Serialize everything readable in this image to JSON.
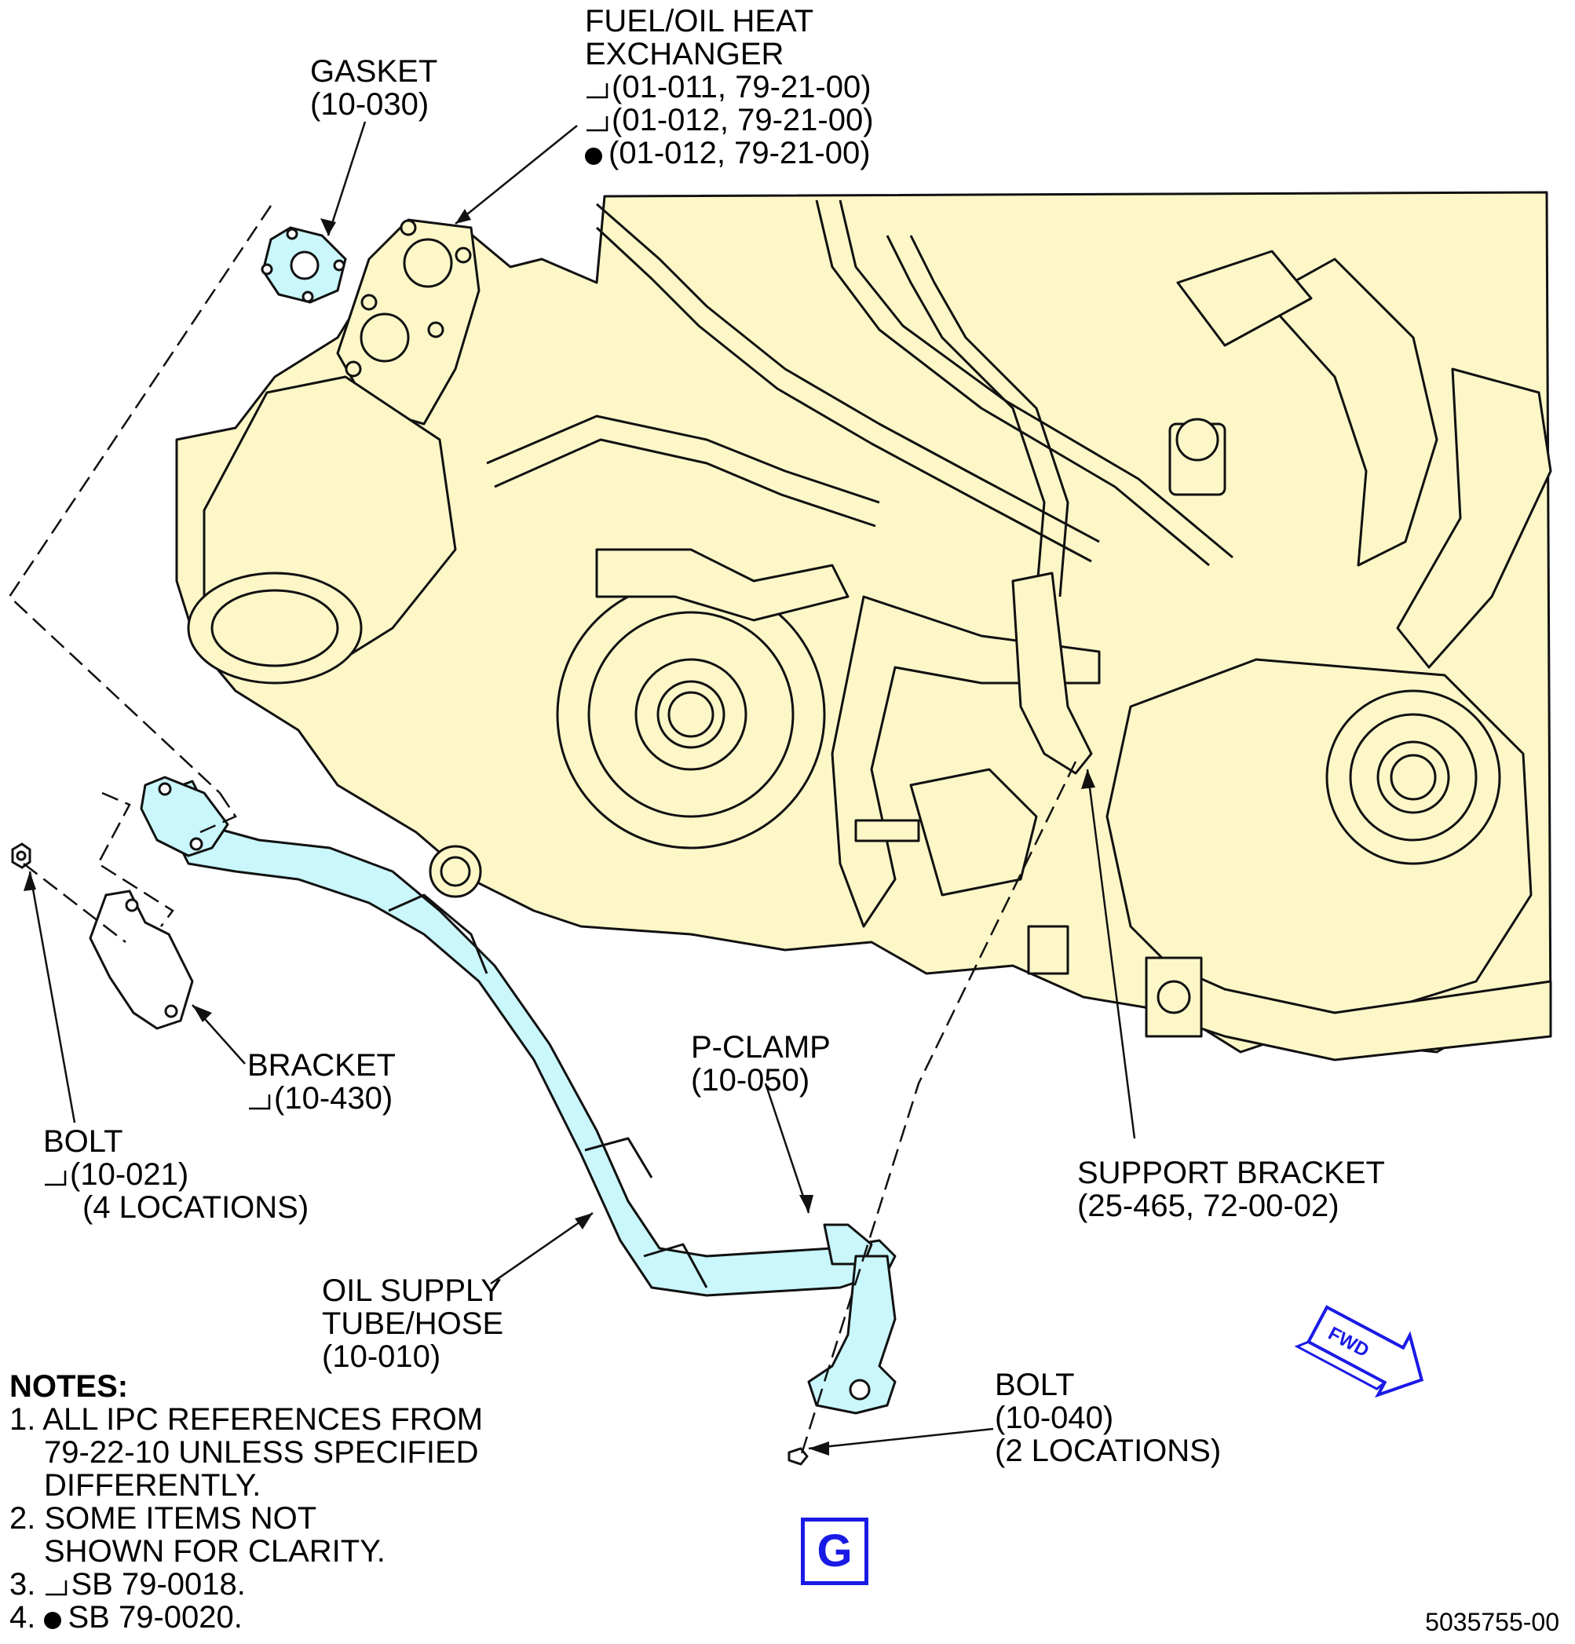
{
  "colors": {
    "engine": "#fdf7c8",
    "tube": "#c9f7fb",
    "line": "#111111",
    "accent": "#1a1ae6"
  },
  "labels": {
    "gasket": [
      "GASKET",
      "(10-030)"
    ],
    "heat_exchanger": {
      "title": [
        "FUEL/OIL HEAT",
        "EXCHANGER"
      ],
      "refs": [
        "(01-011, 79-21-00)",
        "(01-012, 79-21-00)",
        "(01-012, 79-21-00)"
      ]
    },
    "bracket": [
      "BRACKET",
      "(10-430)"
    ],
    "bolt_left": [
      "BOLT",
      "(10-021)",
      "(4 LOCATIONS)"
    ],
    "p_clamp": [
      "P-CLAMP",
      "(10-050)"
    ],
    "support_bracket": [
      "SUPPORT BRACKET",
      "(25-465, 72-00-02)"
    ],
    "oil_supply": [
      "OIL SUPPLY",
      "TUBE/HOSE",
      "(10-010)"
    ],
    "bolt_bottom": [
      "BOLT",
      "(10-040)",
      "(2 LOCATIONS)"
    ]
  },
  "notes": {
    "title": "NOTES:",
    "items": [
      "1. ALL IPC REFERENCES FROM",
      "79-22-10 UNLESS SPECIFIED",
      "DIFFERENTLY.",
      "2. SOME ITEMS NOT",
      "SHOWN FOR CLARITY.",
      "3.",
      "SB 79-0018.",
      "4.",
      "SB 79-0020."
    ]
  },
  "sheet_tag": "G",
  "fwd": "FWD",
  "drawing_number": "5035755-00",
  "icons": [
    "triangle-effectivity-icon",
    "dot-effectivity-icon",
    "fwd-arrow-icon"
  ]
}
